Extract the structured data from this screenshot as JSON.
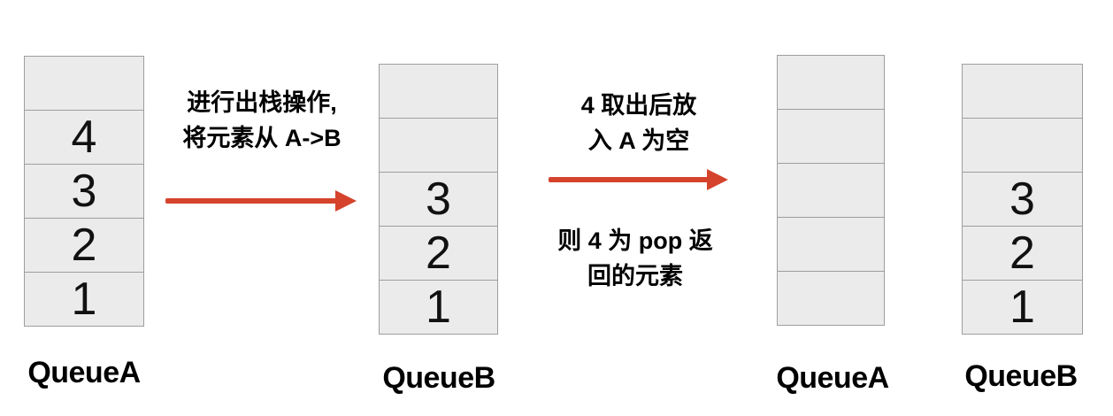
{
  "palette": {
    "arrow_red": "#d5432c",
    "cell_fill": "#ebebeb",
    "cell_border": "#9e9e9e",
    "text_color": "#000000"
  },
  "queues": [
    {
      "label": "QueueA",
      "cells": [
        "",
        "4",
        "3",
        "2",
        "1"
      ]
    },
    {
      "label": "QueueB",
      "cells": [
        "",
        "",
        "3",
        "2",
        "1"
      ]
    },
    {
      "label": "QueueA",
      "cells": [
        "",
        "",
        "",
        "",
        ""
      ]
    },
    {
      "label": "QueueB",
      "cells": [
        "",
        "",
        "3",
        "2",
        "1"
      ]
    }
  ],
  "annotations": [
    {
      "lines": [
        "进行出栈操作,",
        "将元素从 A->B"
      ]
    },
    {
      "lines": [
        "4 取出后放",
        "入 A 为空"
      ]
    },
    {
      "lines": [
        "则 4 为 pop 返",
        "回的元素"
      ]
    }
  ]
}
